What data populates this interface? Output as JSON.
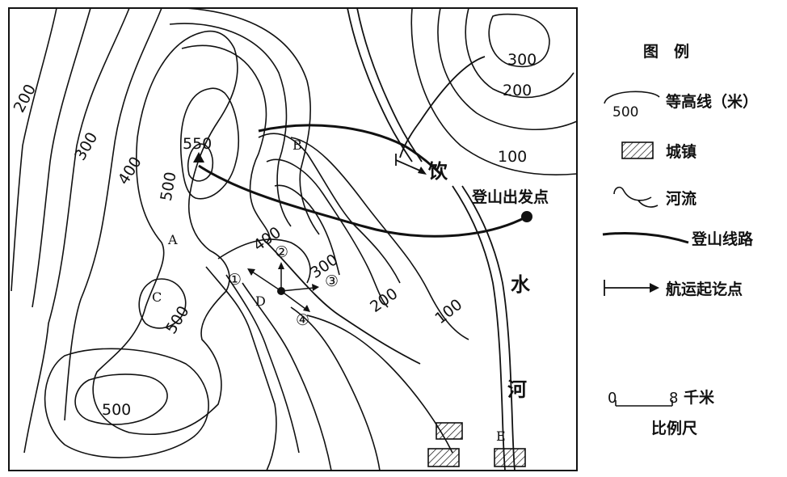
{
  "map": {
    "contour_labels": {
      "c200_left": "200",
      "c300_left": "300",
      "c400_left": "400",
      "c500_peak": "500",
      "peak_elev": "550",
      "c400_mid": "400",
      "c300_mid": "300",
      "c200_mid": "200",
      "c100_mid": "100",
      "c500_c": "500",
      "c500_bottom": "500",
      "c300_ne": "300",
      "c200_ne": "200",
      "c100_ne": "100"
    },
    "letters": {
      "A": "A",
      "B": "B",
      "C": "C",
      "D": "D",
      "E": "E"
    },
    "markers": {
      "m1": "①",
      "m2": "②",
      "m3": "③",
      "m4": "④"
    },
    "river_chars": {
      "yin": "饮",
      "shui": "水",
      "he": "河"
    },
    "start_point": "登山出发点"
  },
  "legend": {
    "title": "图　例",
    "contour_sample": "500",
    "contour_label": "等高线（米）",
    "town_label": "城镇",
    "river_label": "河流",
    "route_label": "登山线路",
    "shipping_label": "航运起讫点",
    "scale_zero": "0",
    "scale_max": "8",
    "scale_unit": "千米",
    "scale_caption": "比例尺"
  }
}
